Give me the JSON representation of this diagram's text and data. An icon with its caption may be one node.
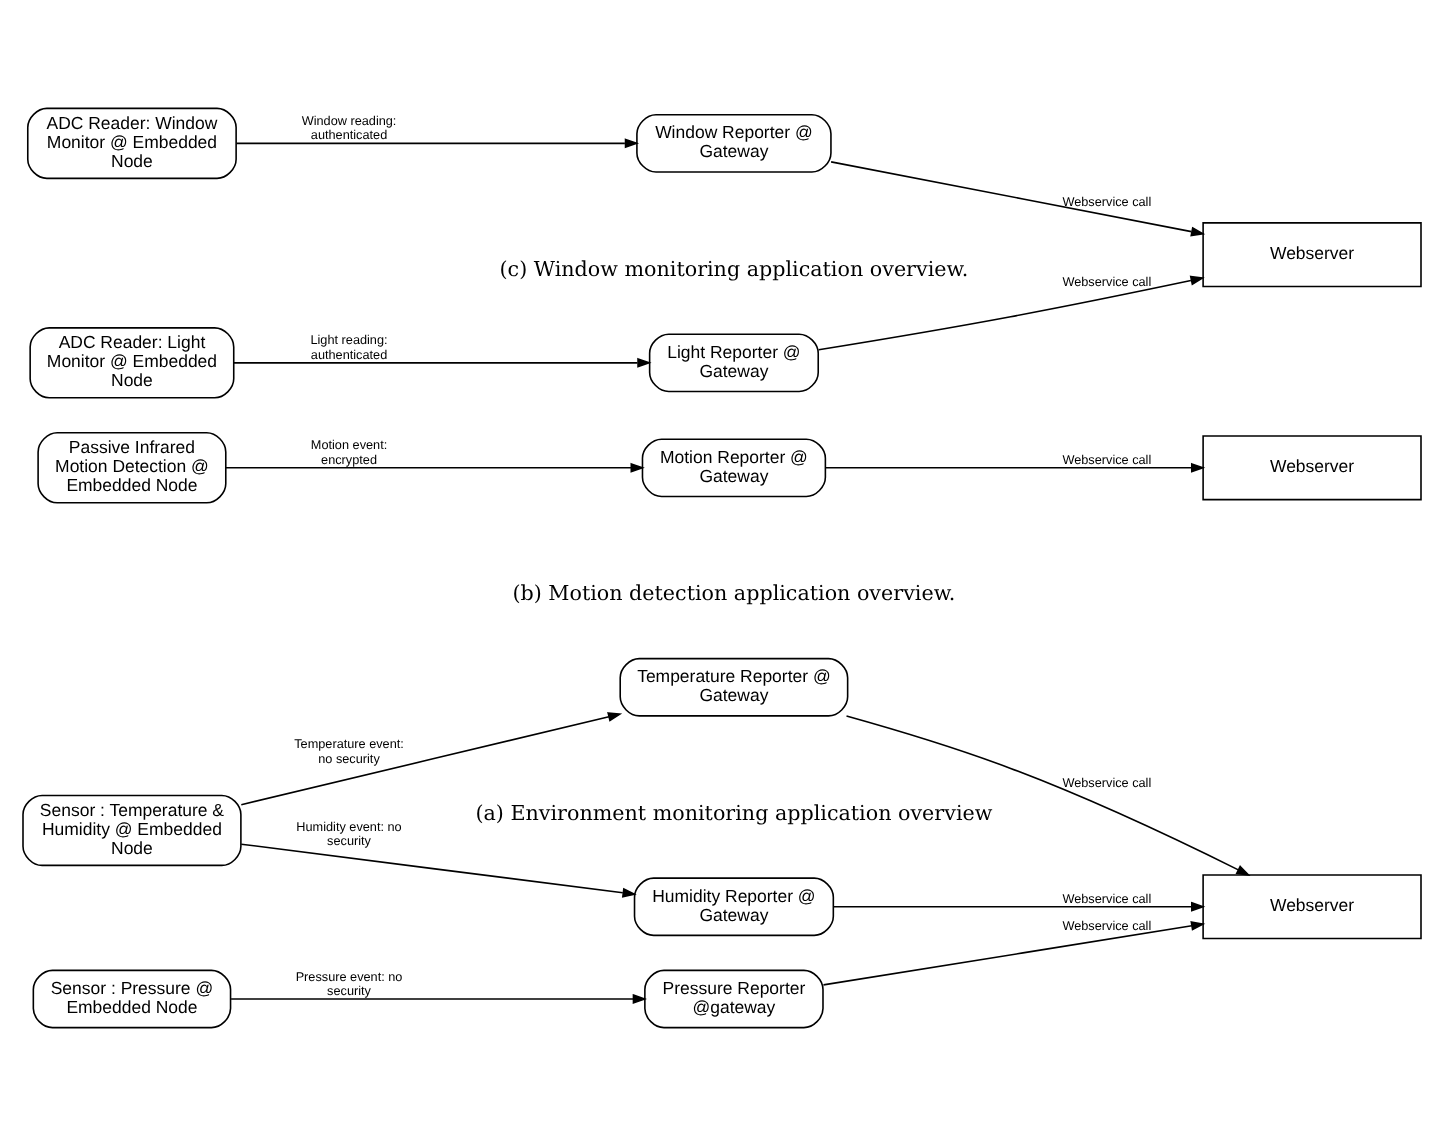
{
  "diagram": {
    "nodes": [
      {
        "text": [
          "Sensor : Temperature & Humidity @ Embedded Node"
        ]
      },
      {
        "text": [
          "Temperature Reporter @ Gateway"
        ]
      },
      {
        "text": [
          "Humidity Reporter @ Gateway"
        ]
      },
      {
        "text": [
          "Sensor : Pressure @ Embedded Node"
        ]
      },
      {
        "text": [
          "Pressure Reporter @gateway"
        ]
      },
      {
        "text": [
          "Webserver"
        ]
      },
      {
        "text": [
          "Passive Infrared Motion Detection @ Embedded Node"
        ]
      },
      {
        "text": [
          "Motion Reporter @ Gateway"
        ]
      },
      {
        "text": [
          "Webserver"
        ]
      },
      {
        "text": [
          "ADC Reader: Window Monitor @ Embedded Node"
        ]
      },
      {
        "text": [
          "Window Reporter @ Gateway"
        ]
      },
      {
        "text": [
          "ADC Reader: Light Monitor @ Embedded Node"
        ]
      },
      {
        "text": [
          "Light Reporter @ Gateway"
        ]
      },
      {
        "text": [
          "Webserver"
        ]
      }
    ],
    "edges": [
      {
        "from": 0,
        "to": 1,
        "arrow": "to",
        "label": "Temperature event: no security"
      },
      {
        "from": 0,
        "to": 2,
        "arrow": "to",
        "label": "Humidity event: no security"
      },
      {
        "from": 3,
        "to": 4,
        "arrow": "to",
        "label": "Pressure event: no security"
      },
      {
        "from": 1,
        "to": 5,
        "arrow": "to",
        "label": "Webservice call"
      },
      {
        "from": 2,
        "to": 5,
        "arrow": "to",
        "label": "Webservice call"
      },
      {
        "from": 4,
        "to": 5,
        "arrow": "to",
        "label": "Webservice call"
      },
      {
        "from": 6,
        "to": 7,
        "arrow": "to",
        "label": "Motion event: encrypted"
      },
      {
        "from": 7,
        "to": 8,
        "arrow": "to",
        "label": "Webservice call"
      },
      {
        "from": 9,
        "to": 10,
        "arrow": "to",
        "label": "Window reading: authenticated"
      },
      {
        "from": 11,
        "to": 12,
        "arrow": "to",
        "label": "Light reading: authenticated"
      },
      {
        "from": 10,
        "to": 13,
        "arrow": "to",
        "label": "Webservice call"
      },
      {
        "from": 12,
        "to": 13,
        "arrow": "to",
        "label": "Webservice call"
      }
    ],
    "labels": [
      "(a) Environment monitoring application overview",
      "(b) Motion detection application overview.",
      "(c) Window monitoring application overview."
    ]
  }
}
